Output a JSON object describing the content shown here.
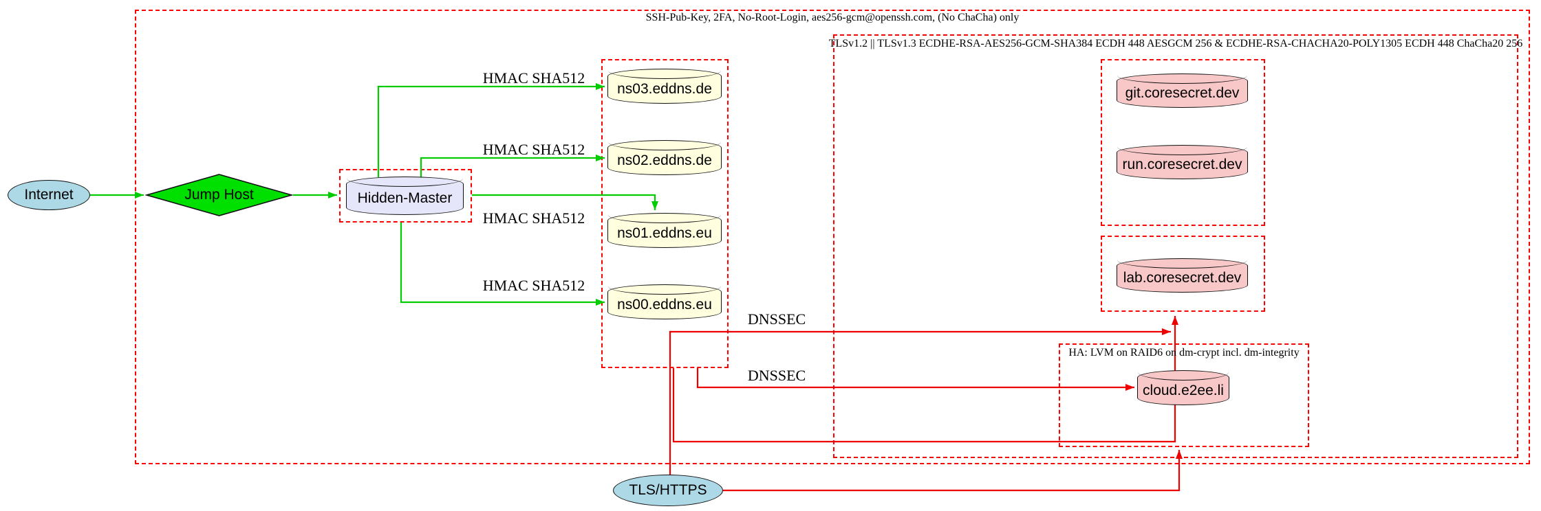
{
  "diagram": {
    "nodes": {
      "internet": {
        "label": "Internet"
      },
      "jump_host": {
        "label": "Jump Host"
      },
      "hidden_master": {
        "label": "Hidden-Master"
      },
      "ns03": {
        "label": "ns03.eddns.de"
      },
      "ns02": {
        "label": "ns02.eddns.de"
      },
      "ns01": {
        "label": "ns01.eddns.eu"
      },
      "ns00": {
        "label": "ns00.eddns.eu"
      },
      "git": {
        "label": "git.coresecret.dev"
      },
      "run": {
        "label": "run.coresecret.dev"
      },
      "lab": {
        "label": "lab.coresecret.dev"
      },
      "cloud": {
        "label": "cloud.e2ee.li"
      },
      "tls_https": {
        "label": "TLS/HTTPS"
      }
    },
    "clusters": {
      "ssh": {
        "label": "SSH-Pub-Key, 2FA, No-Root-Login, aes256-gcm@openssh.com, (No ChaCha) only"
      },
      "tls": {
        "label": "TLSv1.2 || TLSv1.3 ECDHE-RSA-AES256-GCM-SHA384 ECDH 448 AESGCM 256 & ECDHE-RSA-CHACHA20-POLY1305 ECDH 448 ChaCha20 256"
      },
      "ha": {
        "label": "HA: LVM on RAID6 on dm-crypt incl. dm-integrity"
      }
    },
    "edge_labels": {
      "hmac": "HMAC SHA512",
      "dnssec": "DNSSEC"
    },
    "colors": {
      "node-blue": "#add8e6",
      "node-green": "#00e000",
      "node-lavender": "#e6e6fa",
      "node-yellow": "#ffffe0",
      "node-pink": "#f8c8c8",
      "cluster-red": "#ff0000",
      "edge-green": "#00cc00",
      "edge-red": "#ee0000"
    }
  }
}
